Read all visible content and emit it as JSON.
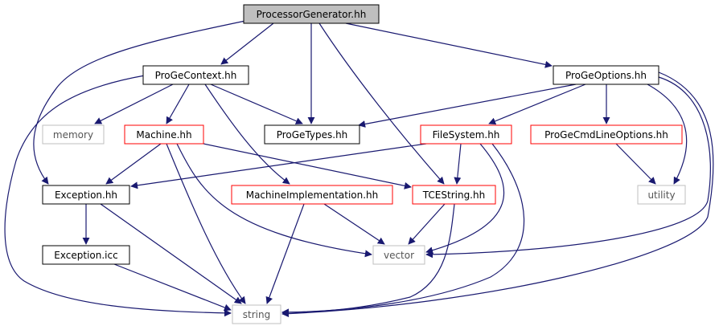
{
  "diagram": {
    "nodes": [
      {
        "id": "n0",
        "label": "ProcessorGenerator.hh",
        "style": "root"
      },
      {
        "id": "n1",
        "label": "ProGeContext.hh",
        "style": "black"
      },
      {
        "id": "n2",
        "label": "ProGeOptions.hh",
        "style": "black"
      },
      {
        "id": "n3",
        "label": "memory",
        "style": "gray"
      },
      {
        "id": "n4",
        "label": "Machine.hh",
        "style": "red"
      },
      {
        "id": "n5",
        "label": "ProGeTypes.hh",
        "style": "black"
      },
      {
        "id": "n6",
        "label": "FileSystem.hh",
        "style": "red"
      },
      {
        "id": "n7",
        "label": "ProGeCmdLineOptions.hh",
        "style": "red"
      },
      {
        "id": "n8",
        "label": "Exception.hh",
        "style": "black"
      },
      {
        "id": "n9",
        "label": "MachineImplementation.hh",
        "style": "red"
      },
      {
        "id": "n10",
        "label": "TCEString.hh",
        "style": "red"
      },
      {
        "id": "n11",
        "label": "utility",
        "style": "gray"
      },
      {
        "id": "n12",
        "label": "Exception.icc",
        "style": "black"
      },
      {
        "id": "n13",
        "label": "vector",
        "style": "gray"
      },
      {
        "id": "n14",
        "label": "string",
        "style": "gray"
      }
    ],
    "edges": [
      {
        "from": "n0",
        "to": "n1"
      },
      {
        "from": "n0",
        "to": "n2"
      },
      {
        "from": "n0",
        "to": "n5"
      },
      {
        "from": "n0",
        "to": "n10"
      },
      {
        "from": "n0",
        "to": "n8"
      },
      {
        "from": "n1",
        "to": "n3"
      },
      {
        "from": "n1",
        "to": "n4"
      },
      {
        "from": "n1",
        "to": "n5"
      },
      {
        "from": "n1",
        "to": "n9"
      },
      {
        "from": "n1",
        "to": "n14"
      },
      {
        "from": "n2",
        "to": "n5"
      },
      {
        "from": "n2",
        "to": "n6"
      },
      {
        "from": "n2",
        "to": "n7"
      },
      {
        "from": "n2",
        "to": "n11"
      },
      {
        "from": "n2",
        "to": "n13"
      },
      {
        "from": "n2",
        "to": "n14"
      },
      {
        "from": "n4",
        "to": "n8"
      },
      {
        "from": "n4",
        "to": "n10"
      },
      {
        "from": "n4",
        "to": "n13"
      },
      {
        "from": "n4",
        "to": "n14"
      },
      {
        "from": "n6",
        "to": "n8"
      },
      {
        "from": "n6",
        "to": "n10"
      },
      {
        "from": "n6",
        "to": "n13"
      },
      {
        "from": "n6",
        "to": "n14"
      },
      {
        "from": "n7",
        "to": "n11"
      },
      {
        "from": "n8",
        "to": "n12"
      },
      {
        "from": "n8",
        "to": "n14"
      },
      {
        "from": "n9",
        "to": "n13"
      },
      {
        "from": "n9",
        "to": "n14"
      },
      {
        "from": "n10",
        "to": "n13"
      },
      {
        "from": "n10",
        "to": "n14"
      },
      {
        "from": "n12",
        "to": "n14"
      }
    ],
    "colors": {
      "edge": "#191970",
      "border_black": "#000000",
      "border_red": "#ff0000",
      "border_gray": "#bfbfbf",
      "root_fill": "#bfbfbf",
      "node_fill": "#ffffff"
    }
  }
}
